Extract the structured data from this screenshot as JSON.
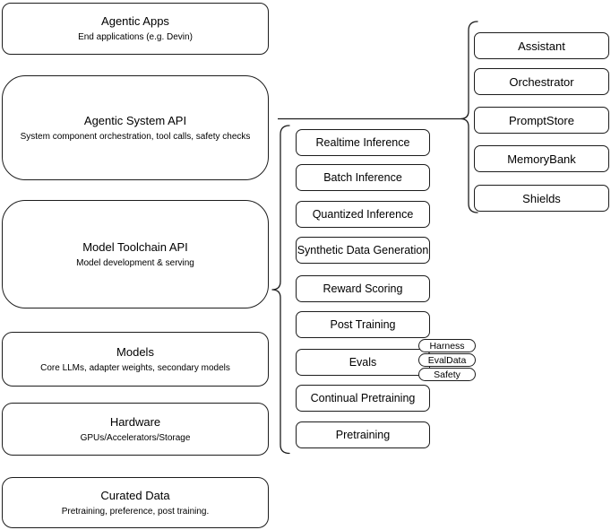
{
  "diagram": {
    "colors": {
      "background": "#ffffff",
      "node_fill": "#ffffff",
      "stroke": "#1c1c1c"
    },
    "left_stack": [
      {
        "title": "Agentic Apps",
        "subtitle": "End applications (e.g. Devin)"
      },
      {
        "title": "Agentic System API",
        "subtitle": "System component orchestration, tool calls, safety checks"
      },
      {
        "title": "Model Toolchain API",
        "subtitle": "Model development & serving"
      },
      {
        "title": "Models",
        "subtitle": "Core LLMs, adapter weights, secondary models"
      },
      {
        "title": "Hardware",
        "subtitle": "GPUs/Accelerators/Storage"
      },
      {
        "title": "Curated Data",
        "subtitle": "Pretraining, preference, post training."
      }
    ],
    "toolchain_components": [
      "Realtime Inference",
      "Batch Inference",
      "Quantized Inference",
      "Synthetic Data Generation",
      "Reward Scoring",
      "Post Training",
      "Evals",
      "Continual Pretraining",
      "Pretraining"
    ],
    "evals_tags": [
      "Harness",
      "EvalData",
      "Safety"
    ],
    "system_components": [
      "Assistant",
      "Orchestrator",
      "PromptStore",
      "MemoryBank",
      "Shields"
    ]
  }
}
